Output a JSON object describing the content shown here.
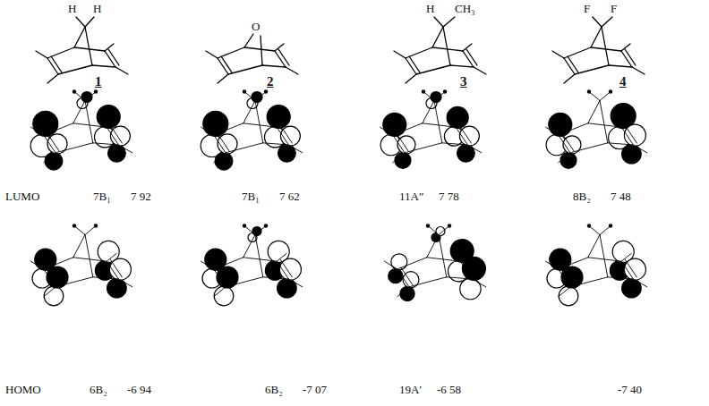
{
  "diagram": {
    "labels": [
      "H",
      "H",
      "1",
      "O",
      "2",
      "H",
      "CH₃",
      "3",
      "F",
      "F",
      "4",
      "LUMO",
      "7B₁",
      "7 92",
      "7B₁",
      "7 62",
      "11A″",
      "7 78",
      "8B₂",
      "7 48",
      "HOMO",
      "6B₂",
      "-6 94",
      "6B₂",
      "-7 07",
      "19A'",
      "-6 58",
      "-7 40"
    ]
  }
}
